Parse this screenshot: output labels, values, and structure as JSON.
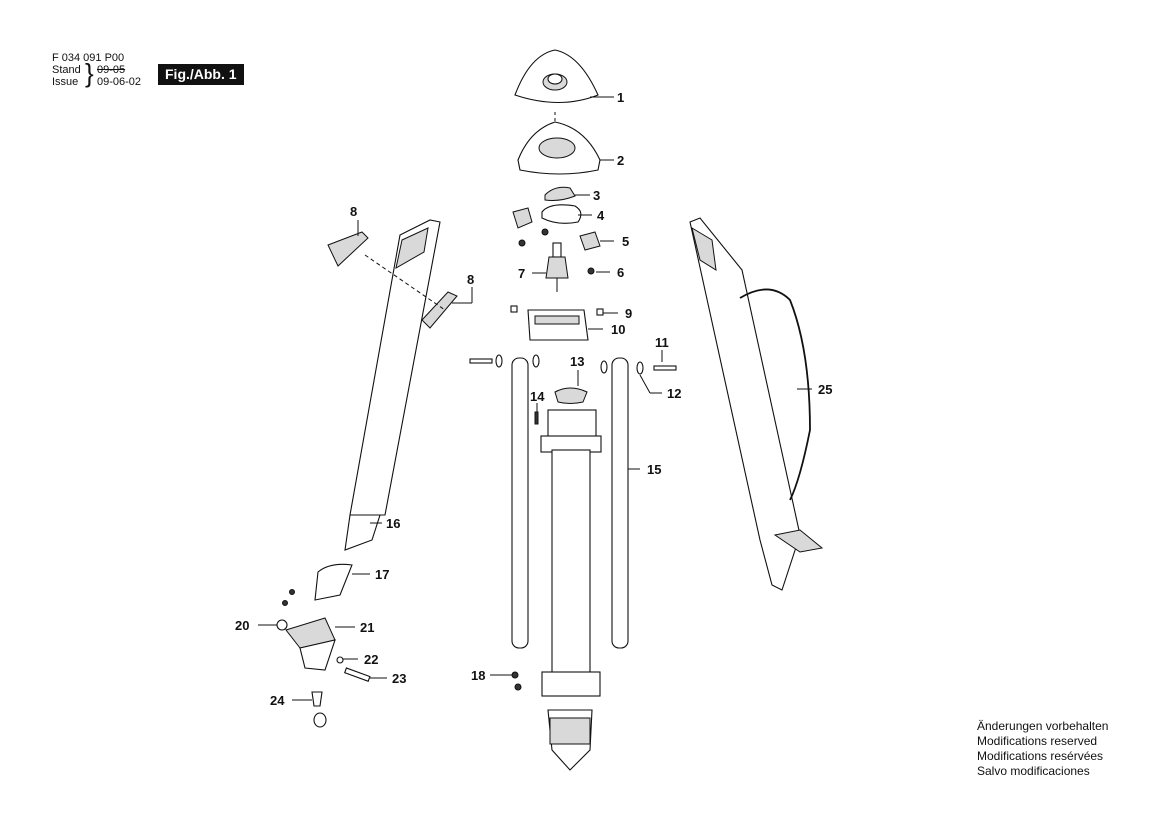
{
  "header": {
    "doc_number": "F 034 091 P00",
    "stand_label": "Stand",
    "issue_label": "Issue",
    "stand_date": "09-05",
    "issue_date": "09-06-02",
    "figure_badge": "Fig./Abb. 1"
  },
  "notice": [
    "Änderungen vorbehalten",
    "Modifications reserved",
    "Modifications resérvées",
    "Salvo modificaciones"
  ],
  "callouts": [
    "1",
    "2",
    "3",
    "4",
    "5",
    "6",
    "7",
    "8",
    "8",
    "9",
    "10",
    "11",
    "12",
    "13",
    "14",
    "15",
    "16",
    "17",
    "18",
    "20",
    "21",
    "22",
    "23",
    "24",
    "25"
  ]
}
